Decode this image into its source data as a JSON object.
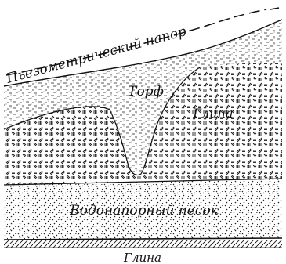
{
  "labels": {
    "piezometric_head": "Пьезометрический напор",
    "peat": "Торф",
    "clay_upper": "Глина",
    "artesian_sand": "Водонапорный песок",
    "clay_lower": "Глина"
  }
}
